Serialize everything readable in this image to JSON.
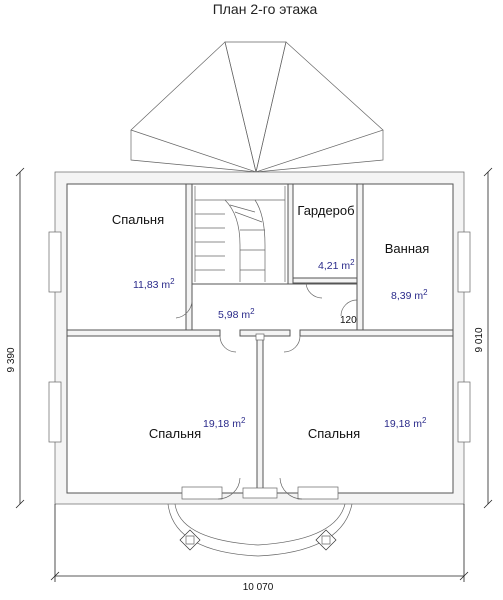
{
  "title": "План 2-го этажа",
  "rooms": [
    {
      "name": "Спальня",
      "area": "11,83 m",
      "sup": "2"
    },
    {
      "name": "Гардероб",
      "area": "4,21 m",
      "sup": "2"
    },
    {
      "name": "Ванная",
      "area": "8,39 m",
      "sup": "2"
    },
    {
      "name": "",
      "area": "5,98 m",
      "sup": "2"
    },
    {
      "name": "Спальня",
      "area": "19,18 m",
      "sup": "2"
    },
    {
      "name": "Спальня",
      "area": "19,18 m",
      "sup": "2"
    }
  ],
  "labels": {
    "door_width": "120"
  },
  "dimensions": {
    "bottom": "10 070",
    "left": "9 390",
    "right": "9 010"
  }
}
